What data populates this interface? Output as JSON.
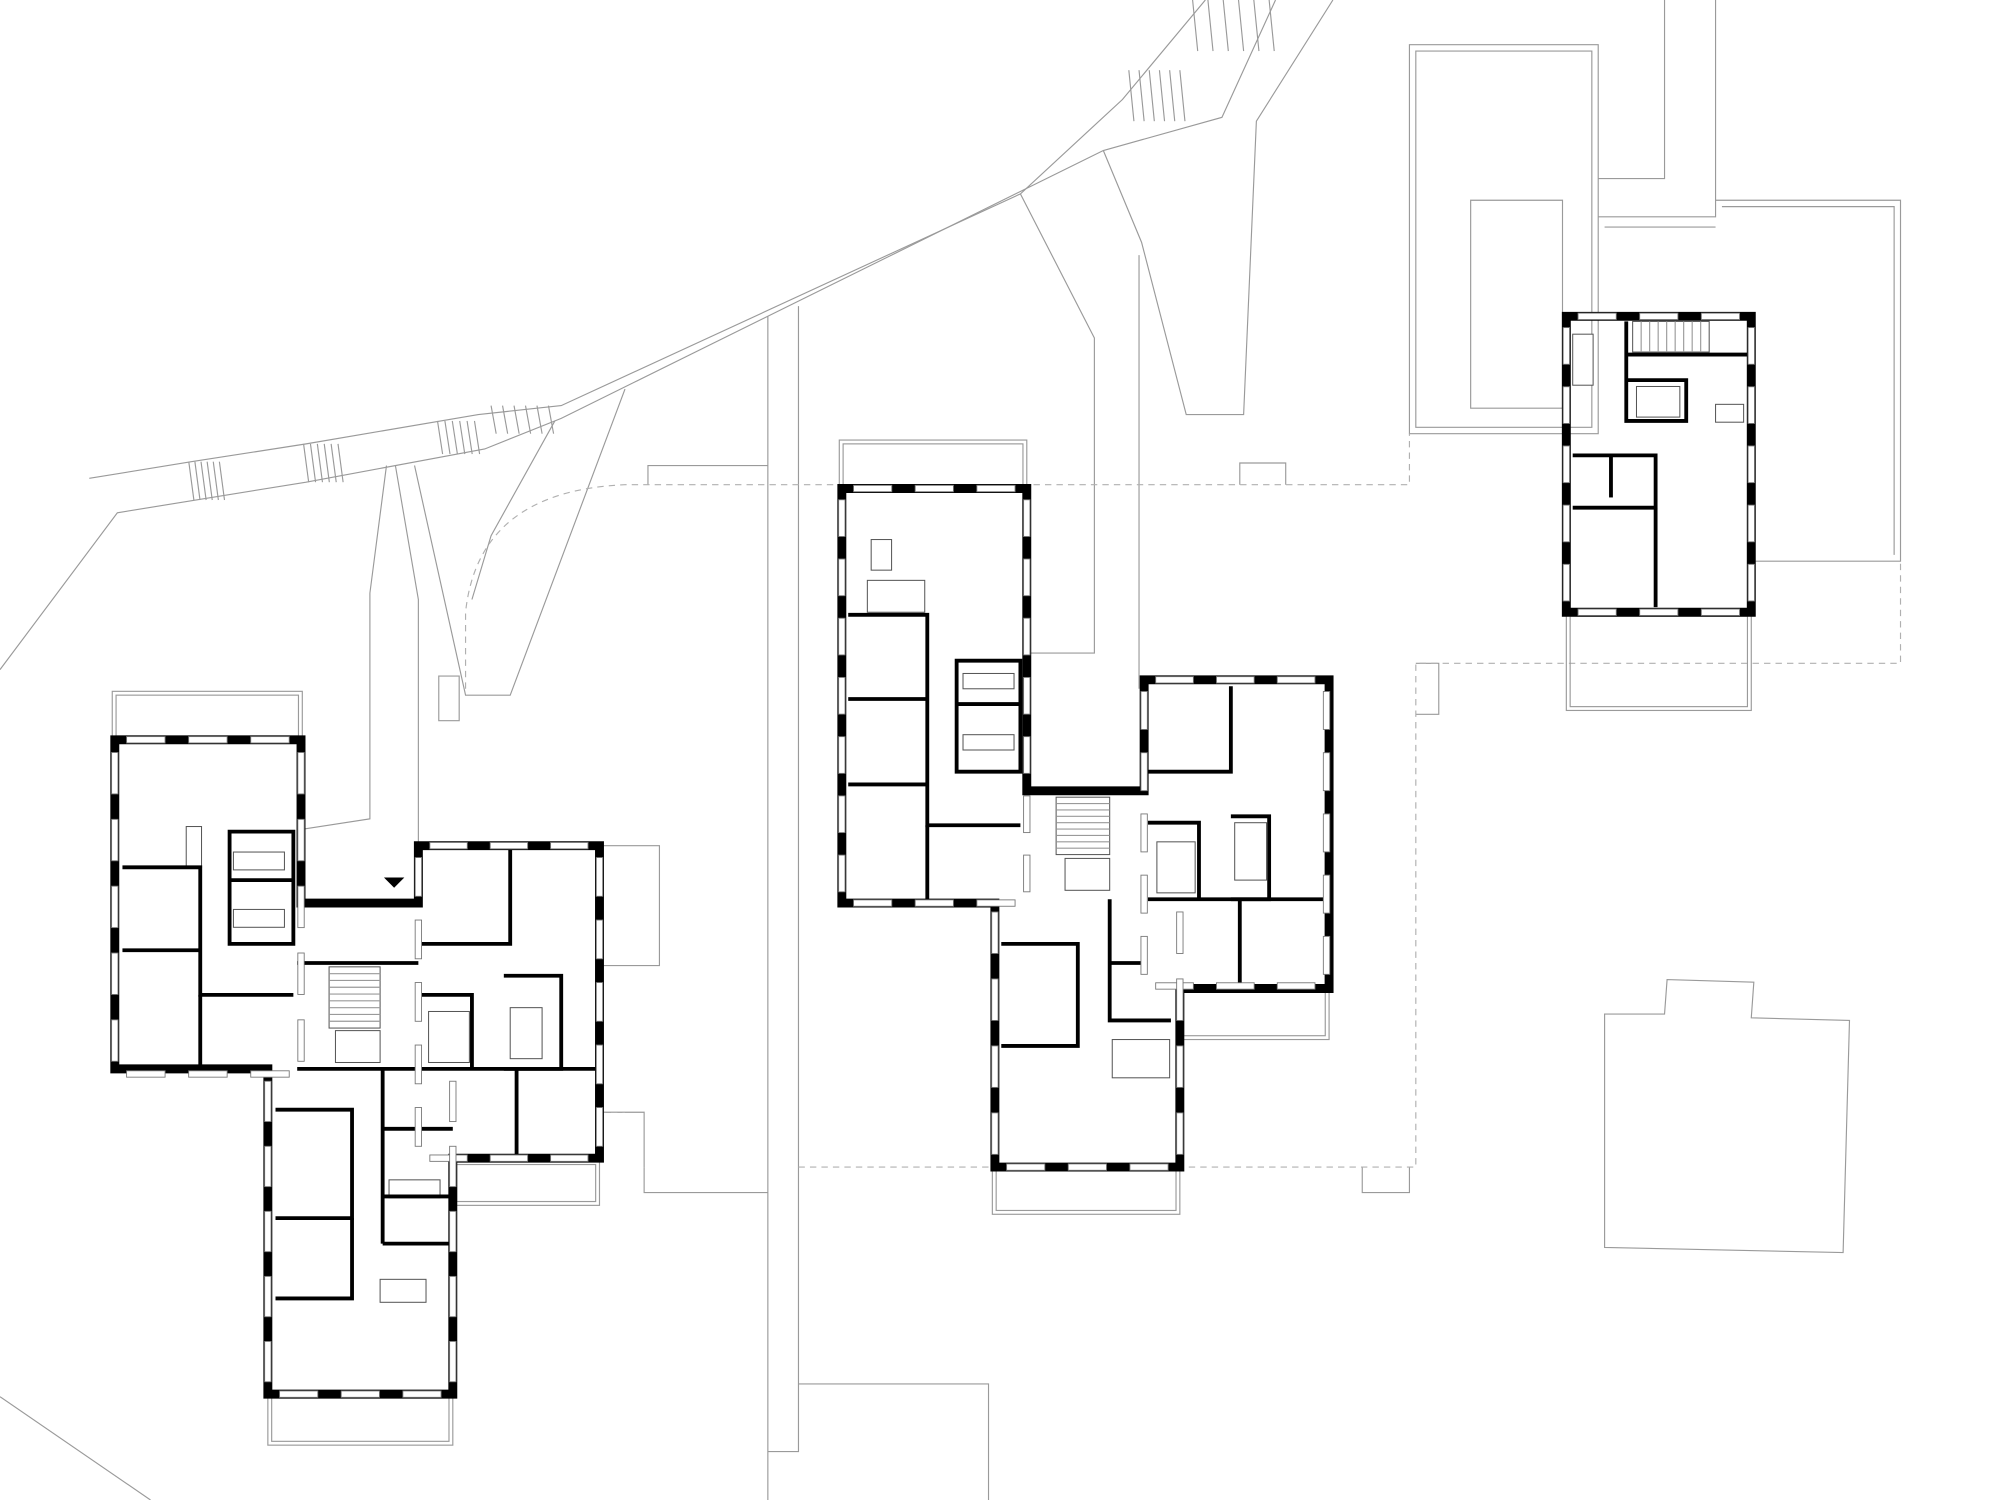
{
  "drawing": {
    "type": "site-floor-plan",
    "colors": {
      "wall": "#000000",
      "site_line": "#9a9a9a",
      "dashed_boundary": "#b0b0b0",
      "background": "#ffffff"
    },
    "buildings": [
      "building-west",
      "building-middle",
      "building-east"
    ]
  }
}
